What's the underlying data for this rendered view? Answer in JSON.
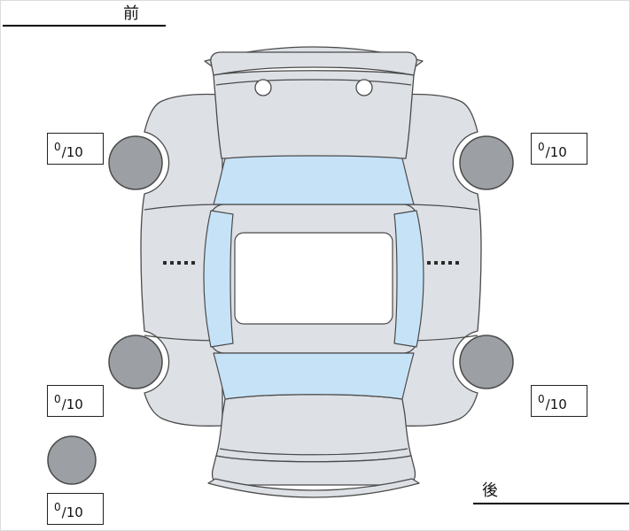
{
  "labels": {
    "front": "前",
    "rear": "後"
  },
  "scores": {
    "front_left": {
      "value": "0",
      "max": "/10"
    },
    "front_right": {
      "value": "0",
      "max": "/10"
    },
    "rear_left": {
      "value": "0",
      "max": "/10"
    },
    "rear_right": {
      "value": "0",
      "max": "/10"
    },
    "spare": {
      "value": "0",
      "max": "/10"
    }
  },
  "diagram": {
    "icon": "car-top-view-diagram"
  },
  "colors": {
    "body": "#dde1e6",
    "glass": "#c6e2f7",
    "tire": "#9c9fa3",
    "outline": "#4a4a4a",
    "background": "#ffffff"
  }
}
